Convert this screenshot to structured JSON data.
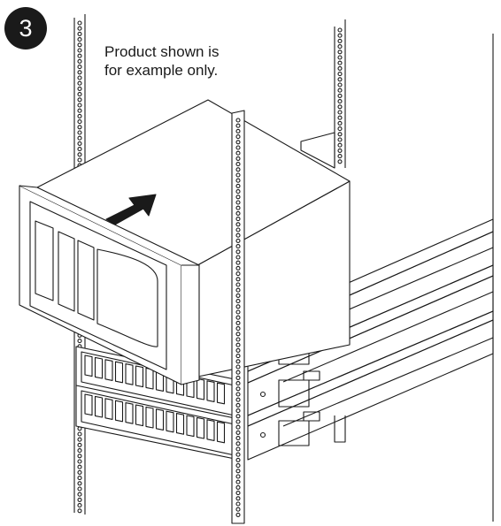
{
  "step": {
    "number": "3"
  },
  "caption": {
    "line1": "Product shown is",
    "line2": "for example only."
  },
  "icons": {
    "direction_arrow": "arrow-push-in-icon"
  },
  "colors": {
    "line": "#1a1a1a",
    "fill": "#ffffff",
    "badge": "#1a1a1a"
  }
}
